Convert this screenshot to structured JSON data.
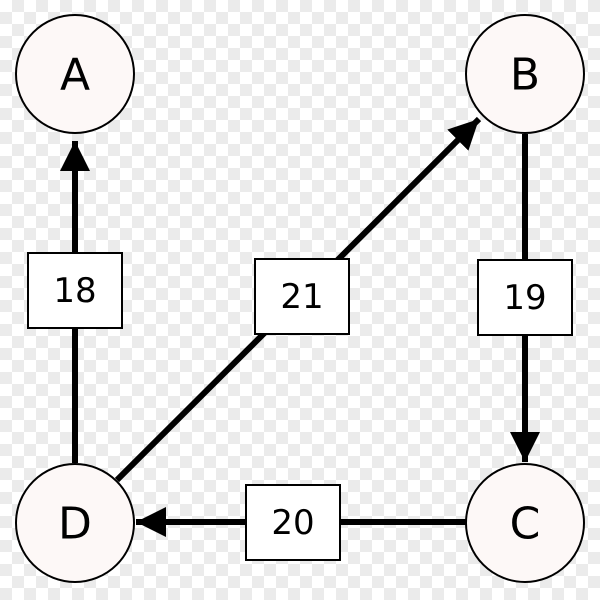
{
  "nodes": {
    "a": {
      "label": "A"
    },
    "b": {
      "label": "B"
    },
    "c": {
      "label": "C"
    },
    "d": {
      "label": "D"
    }
  },
  "edges": {
    "d_to_a": {
      "from": "D",
      "to": "A",
      "weight": "18"
    },
    "d_to_b": {
      "from": "D",
      "to": "B",
      "weight": "21"
    },
    "b_to_c": {
      "from": "B",
      "to": "C",
      "weight": "19"
    },
    "c_to_d": {
      "from": "C",
      "to": "D",
      "weight": "20"
    }
  },
  "colors": {
    "node_fill": "#fdf8f7",
    "stroke": "#000000",
    "box_fill": "#ffffff"
  }
}
